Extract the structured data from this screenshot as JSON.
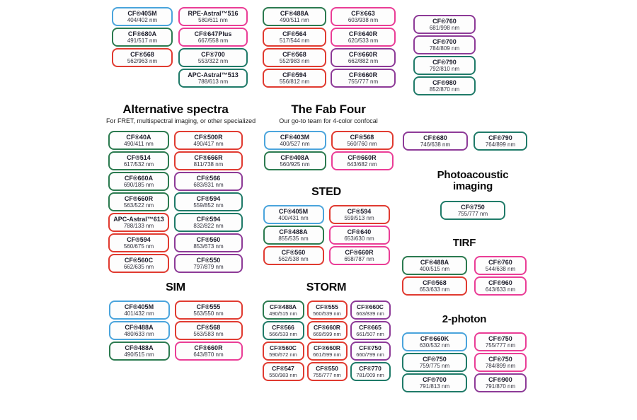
{
  "palette": {
    "blue": "#4aa4dc",
    "green": "#2b7a4f",
    "red": "#e03a30",
    "pink": "#ea3d96",
    "teal": "#1f7a68",
    "purple": "#8d3a97"
  },
  "top_columns": [
    {
      "badges": [
        {
          "n": "CF®405M",
          "v": "404/402 nm",
          "c": "blue"
        },
        {
          "n": "CF®680A",
          "v": "491/517 nm",
          "c": "green"
        },
        {
          "n": "CF®568",
          "v": "562/963 nm",
          "c": "red"
        }
      ]
    },
    {
      "badges": [
        {
          "n": "RPE-Astral™516",
          "v": "580/611 nm",
          "c": "pink"
        },
        {
          "n": "CF®647Plus",
          "v": "667/558 nm",
          "c": "pink"
        },
        {
          "n": "CF®700",
          "v": "553/322 nm",
          "c": "teal"
        },
        {
          "n": "APC-Astral™513",
          "v": "788/613 nm",
          "c": "teal"
        }
      ]
    },
    {
      "badges": [
        {
          "n": "CF®488A",
          "v": "490/511 nm",
          "c": "green"
        },
        {
          "n": "CF®564",
          "v": "517/544 nm",
          "c": "red"
        },
        {
          "n": "CF®568",
          "v": "552/983 nm",
          "c": "red"
        },
        {
          "n": "CF®594",
          "v": "556/812 nm",
          "c": "red"
        }
      ]
    },
    {
      "badges": [
        {
          "n": "CF®663",
          "v": "603/938 nm",
          "c": "pink"
        },
        {
          "n": "CF®640R",
          "v": "620/533 nm",
          "c": "pink"
        },
        {
          "n": "CF®660R",
          "v": "662/882 nm",
          "c": "purple"
        },
        {
          "n": "CF®660R",
          "v": "755/777 nm",
          "c": "purple"
        }
      ]
    },
    {
      "badges": [
        {
          "n": "CF®760",
          "v": "681/998 nm",
          "c": "purple"
        },
        {
          "n": "CF®700",
          "v": "784/809 nm",
          "c": "purple"
        },
        {
          "n": "CF®790",
          "v": "792/810 nm",
          "c": "teal"
        },
        {
          "n": "CF®980",
          "v": "852/870 nm",
          "c": "teal"
        }
      ]
    }
  ],
  "sections": {
    "alternative": {
      "title": "Alternative spectra",
      "subtitle": "For FRET, multispectral imaging, or other specialized",
      "columns": [
        [
          {
            "n": "CF®40A",
            "v": "490/411 nm",
            "c": "green"
          },
          {
            "n": "CF®514",
            "v": "617/532 nm",
            "c": "green"
          },
          {
            "n": "CF®660A",
            "v": "690/185 nm",
            "c": "green"
          },
          {
            "n": "CF®660R",
            "v": "563/522 nm",
            "c": "green"
          },
          {
            "n": "APC-Astral™613",
            "v": "788/133 nm",
            "c": "red"
          },
          {
            "n": "CF®594",
            "v": "560/675 nm",
            "c": "red"
          },
          {
            "n": "CF®560C",
            "v": "662/635 nm",
            "c": "red"
          }
        ],
        [
          {
            "n": "CF®500R",
            "v": "490/417 nm",
            "c": "red"
          },
          {
            "n": "CF®666R",
            "v": "811/738 nm",
            "c": "red"
          },
          {
            "n": "CF®566",
            "v": "683/831 nm",
            "c": "purple"
          },
          {
            "n": "CF®594",
            "v": "559/852 nm",
            "c": "teal"
          },
          {
            "n": "CF®594",
            "v": "832/822 nm",
            "c": "teal"
          },
          {
            "n": "CF®560",
            "v": "853/673 nm",
            "c": "purple"
          },
          {
            "n": "CF®550",
            "v": "797/879 nm",
            "c": "purple"
          }
        ]
      ]
    },
    "fab_four": {
      "title": "The Fab Four",
      "subtitle": "Our go-to team for 4-color confocal",
      "columns": [
        [
          {
            "n": "CF®403M",
            "v": "400/527 nm",
            "c": "blue"
          },
          {
            "n": "CF®408A",
            "v": "560/925 nm",
            "c": "green"
          }
        ],
        [
          {
            "n": "CF®568",
            "v": "560/760 nm",
            "c": "red"
          },
          {
            "n": "CF®660R",
            "v": "643/682 nm",
            "c": "pink"
          }
        ]
      ]
    },
    "sted": {
      "title": "STED",
      "columns": [
        [
          {
            "n": "CF®405M",
            "v": "400/431 nm",
            "c": "blue"
          },
          {
            "n": "CF®488A",
            "v": "855/535 nm",
            "c": "green"
          },
          {
            "n": "CF®560",
            "v": "562/538 nm",
            "c": "red"
          }
        ],
        [
          {
            "n": "CF®594",
            "v": "559/513 nm",
            "c": "red"
          },
          {
            "n": "CF®640",
            "v": "653/630 nm",
            "c": "pink"
          },
          {
            "n": "CF®660R",
            "v": "658/787 nm",
            "c": "pink"
          }
        ]
      ]
    },
    "highlight_pair": {
      "columns": [
        [
          {
            "n": "CF®680",
            "v": "746/638 nm",
            "c": "purple"
          }
        ],
        [
          {
            "n": "CF®790",
            "v": "764/899 nm",
            "c": "teal"
          }
        ]
      ]
    },
    "photoacoustic": {
      "title": "Photoacoustic imaging",
      "columns": [
        [
          {
            "n": "CF®750",
            "v": "755/777 nm",
            "c": "teal"
          }
        ]
      ]
    },
    "tirf": {
      "title": "TIRF",
      "columns": [
        [
          {
            "n": "CF®488A",
            "v": "400/515 nm",
            "c": "green"
          },
          {
            "n": "CF®568",
            "v": "653/633 nm",
            "c": "red"
          }
        ],
        [
          {
            "n": "CF®760",
            "v": "544/638 nm",
            "c": "pink"
          },
          {
            "n": "CF®960",
            "v": "643/633 nm",
            "c": "pink"
          }
        ]
      ]
    },
    "sim": {
      "title": "SIM",
      "columns": [
        [
          {
            "n": "CF®405M",
            "v": "401/432 nm",
            "c": "blue"
          },
          {
            "n": "CF®488A",
            "v": "480/633 nm",
            "c": "blue"
          },
          {
            "n": "CF®488A",
            "v": "490/515 nm",
            "c": "green"
          }
        ],
        [
          {
            "n": "CF®555",
            "v": "563/550 nm",
            "c": "red"
          },
          {
            "n": "CF®568",
            "v": "563/583 nm",
            "c": "red"
          },
          {
            "n": "CF®660R",
            "v": "643/870 nm",
            "c": "pink"
          }
        ]
      ]
    },
    "storm": {
      "title": "STORM",
      "columns": [
        [
          {
            "n": "CF®488A",
            "v": "490/515 nm",
            "c": "green"
          },
          {
            "n": "CF®566",
            "v": "566/533 nm",
            "c": "teal"
          },
          {
            "n": "CF®560C",
            "v": "590/672 nm",
            "c": "red"
          },
          {
            "n": "CF®547",
            "v": "550/983 nm",
            "c": "red"
          }
        ],
        [
          {
            "n": "CF®555",
            "v": "560/539 nm",
            "c": "red"
          },
          {
            "n": "CF®660R",
            "v": "669/599 nm",
            "c": "red"
          },
          {
            "n": "CF®660R",
            "v": "661/599 nm",
            "c": "red"
          },
          {
            "n": "CF®550",
            "v": "755/777 nm",
            "c": "red"
          }
        ],
        [
          {
            "n": "CF®660C",
            "v": "663/839 nm",
            "c": "purple"
          },
          {
            "n": "CF®665",
            "v": "661/507 nm",
            "c": "purple"
          },
          {
            "n": "CF®750",
            "v": "660/799 nm",
            "c": "purple"
          },
          {
            "n": "CF®770",
            "v": "781/009 nm",
            "c": "teal"
          }
        ]
      ]
    },
    "two_photon": {
      "title": "2-photon",
      "columns": [
        [
          {
            "n": "CF®660K",
            "v": "630/532 nm",
            "c": "blue"
          },
          {
            "n": "CF®750",
            "v": "759/775 nm",
            "c": "teal"
          },
          {
            "n": "CF®700",
            "v": "791/813 nm",
            "c": "teal"
          }
        ],
        [
          {
            "n": "CF®750",
            "v": "755/777 nm",
            "c": "pink"
          },
          {
            "n": "CF®750",
            "v": "784/899 nm",
            "c": "pink"
          },
          {
            "n": "CF®900",
            "v": "791/870 nm",
            "c": "purple"
          }
        ]
      ]
    }
  }
}
